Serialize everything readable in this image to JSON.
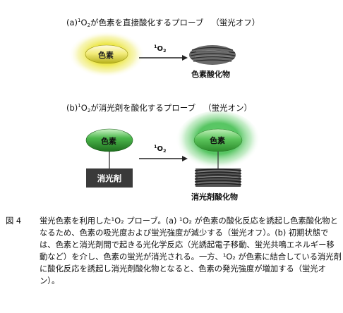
{
  "panel_a": {
    "label_prefix": "(a)",
    "label_body": "が色素を直接酸化するプローブ",
    "label_state": "（蛍光オフ）",
    "dye_label": "色素",
    "arrow_label": "O",
    "product_label": "色素酸化物"
  },
  "panel_b": {
    "label_prefix": "(b)",
    "label_body": "が消光剤を酸化するプローブ",
    "label_state": "（蛍光オン）",
    "dye_label": "色素",
    "quencher_label": "消光剤",
    "arrow_label": "O",
    "product_label": "消光剤酸化物"
  },
  "singlet_sup": "1",
  "o2_sub": "2",
  "caption": {
    "number": "図 4",
    "text": "蛍光色素を利用した¹O₂ プローブ。(a) ¹O₂ が色素の酸化反応を誘起し色素酸化物となるため、色素の吸光度および蛍光強度が減少する（蛍光オフ）。(b) 初期状態では、色素と消光剤間で起きる光化学反応（光誘起電子移動、蛍光共鳴エネルギー移動など）を介し、色素の蛍光が消光される。一方、¹O₂ が色素に結合している消光剤に酸化反応を誘起し消光剤酸化物となると、色素の発光強度が増加する（蛍光オン）。"
  },
  "colors": {
    "yellow_glow": "#e8e23a",
    "green_glow": "#3fbf4e",
    "green_dye": "#2e9a2e",
    "dark_box": "#3a3a3a"
  }
}
